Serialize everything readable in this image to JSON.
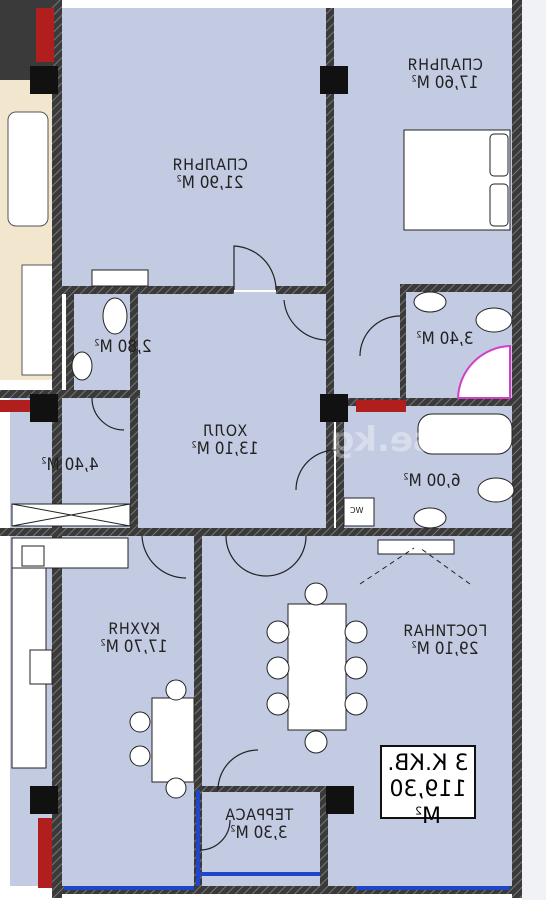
{
  "rooms": {
    "bedroom_main": {
      "name": "СПАЛЬНЯ",
      "area": "21,90 М"
    },
    "bedroom_right": {
      "name": "СПАЛЬНЯ",
      "area": "17,60 М"
    },
    "bath_small": {
      "area": "2,80 М"
    },
    "bath_right": {
      "area": "3,40 М"
    },
    "hall": {
      "name": "ХОЛЛ",
      "area": "13,10 М"
    },
    "corridor": {
      "area": "4,40 М"
    },
    "bath_big": {
      "area": "6,00 М"
    },
    "kitchen": {
      "name": "КУХНЯ",
      "area": "17,70 М"
    },
    "living": {
      "name": "ГОСТИНАЯ",
      "area": "29,10 М"
    },
    "terrace": {
      "name": "ТЕРРАСА",
      "area": "3,30 М"
    }
  },
  "wc_label": "WC",
  "total": {
    "rooms": "3 К.КВ.",
    "area": "119,30 М"
  },
  "sup": "2",
  "watermark": "house.kg",
  "colors": {
    "room": "#c3cbe2",
    "wall": "#2d2d2d",
    "accent": "#b01e1e",
    "window": "#1f45c8",
    "bath_tub": "#d23ec8"
  }
}
